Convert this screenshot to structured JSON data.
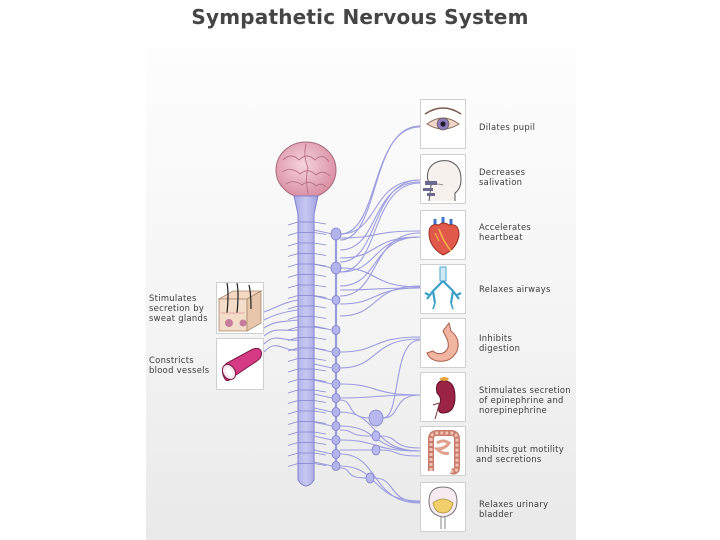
{
  "title": "Sympathetic Nervous System",
  "effects_right": [
    {
      "id": "eye",
      "icon": "eye-icon",
      "label": "Dilates pupil"
    },
    {
      "id": "salivary",
      "icon": "head-profile-icon",
      "label": "Decreases\nsalivation"
    },
    {
      "id": "heart",
      "icon": "heart-icon",
      "label": "Accelerates\nheartbeat"
    },
    {
      "id": "lungs",
      "icon": "lungs-icon",
      "label": "Relaxes airways"
    },
    {
      "id": "stomach",
      "icon": "stomach-icon",
      "label": "Inhibits\ndigestion"
    },
    {
      "id": "adrenal",
      "icon": "kidney-icon",
      "label": "Stimulates secretion\nof epinephrine and\nnorepinephrine"
    },
    {
      "id": "intestine",
      "icon": "intestine-icon",
      "label": "Inhibits gut motility\nand secretions"
    },
    {
      "id": "bladder",
      "icon": "bladder-icon",
      "label": "Relaxes urinary\nbladder"
    }
  ],
  "effects_left": [
    {
      "id": "sweat",
      "icon": "skin-icon",
      "label": "Stimulates\nsecretion by\nsweat glands"
    },
    {
      "id": "vessels",
      "icon": "blood-vessel-icon",
      "label": "Constricts\nblood vessels"
    }
  ],
  "colors": {
    "nerve": "#b8b8ec",
    "nerve_dark": "#8a8ad8",
    "brain": "#eab3c0",
    "text": "#3a3a3a"
  }
}
